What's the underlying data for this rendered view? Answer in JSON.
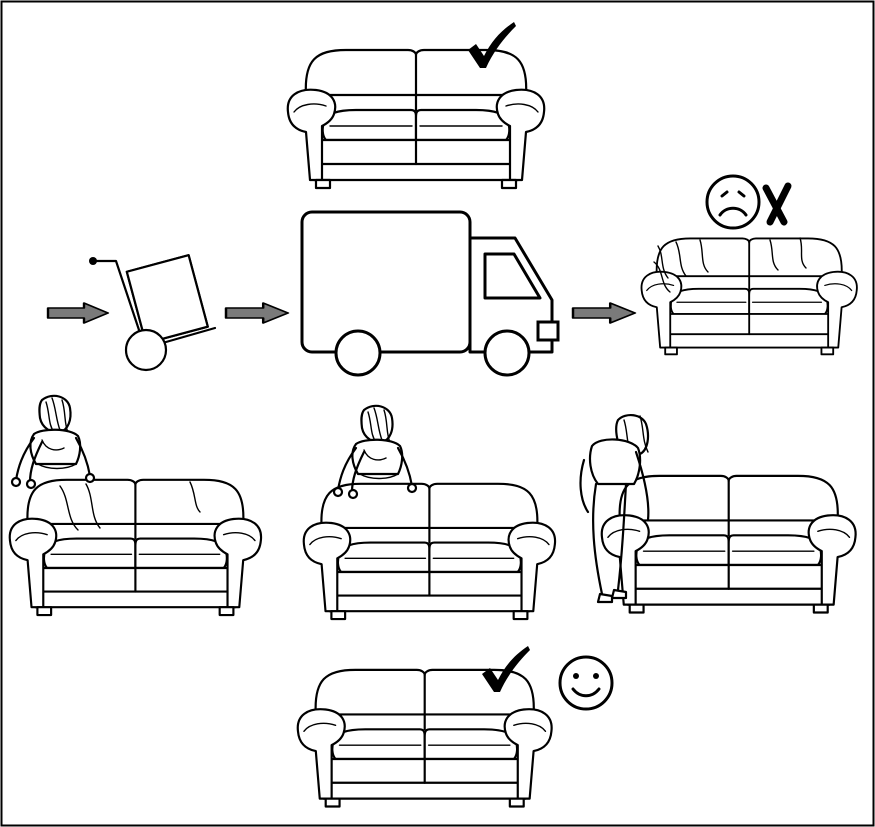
{
  "diagram": {
    "steps": [
      {
        "id": "sofa-ok-top",
        "status": "ok"
      },
      {
        "id": "transport-trolley"
      },
      {
        "id": "transport-truck"
      },
      {
        "id": "sofa-after-transport",
        "status": "not-ok",
        "mood": "sad"
      },
      {
        "id": "smoothing-step-1"
      },
      {
        "id": "smoothing-step-2"
      },
      {
        "id": "smoothing-step-3"
      },
      {
        "id": "sofa-ok-bottom",
        "status": "ok",
        "mood": "happy"
      }
    ],
    "icons": [
      "check-icon",
      "cross-icon",
      "sad-face-icon",
      "happy-face-icon",
      "arrow-right-icon",
      "hand-truck-icon",
      "truck-icon",
      "person-icon",
      "sofa-icon"
    ],
    "colors": {
      "line": "#000000",
      "arrow": "#7a7a7a",
      "background": "#ffffff"
    }
  }
}
